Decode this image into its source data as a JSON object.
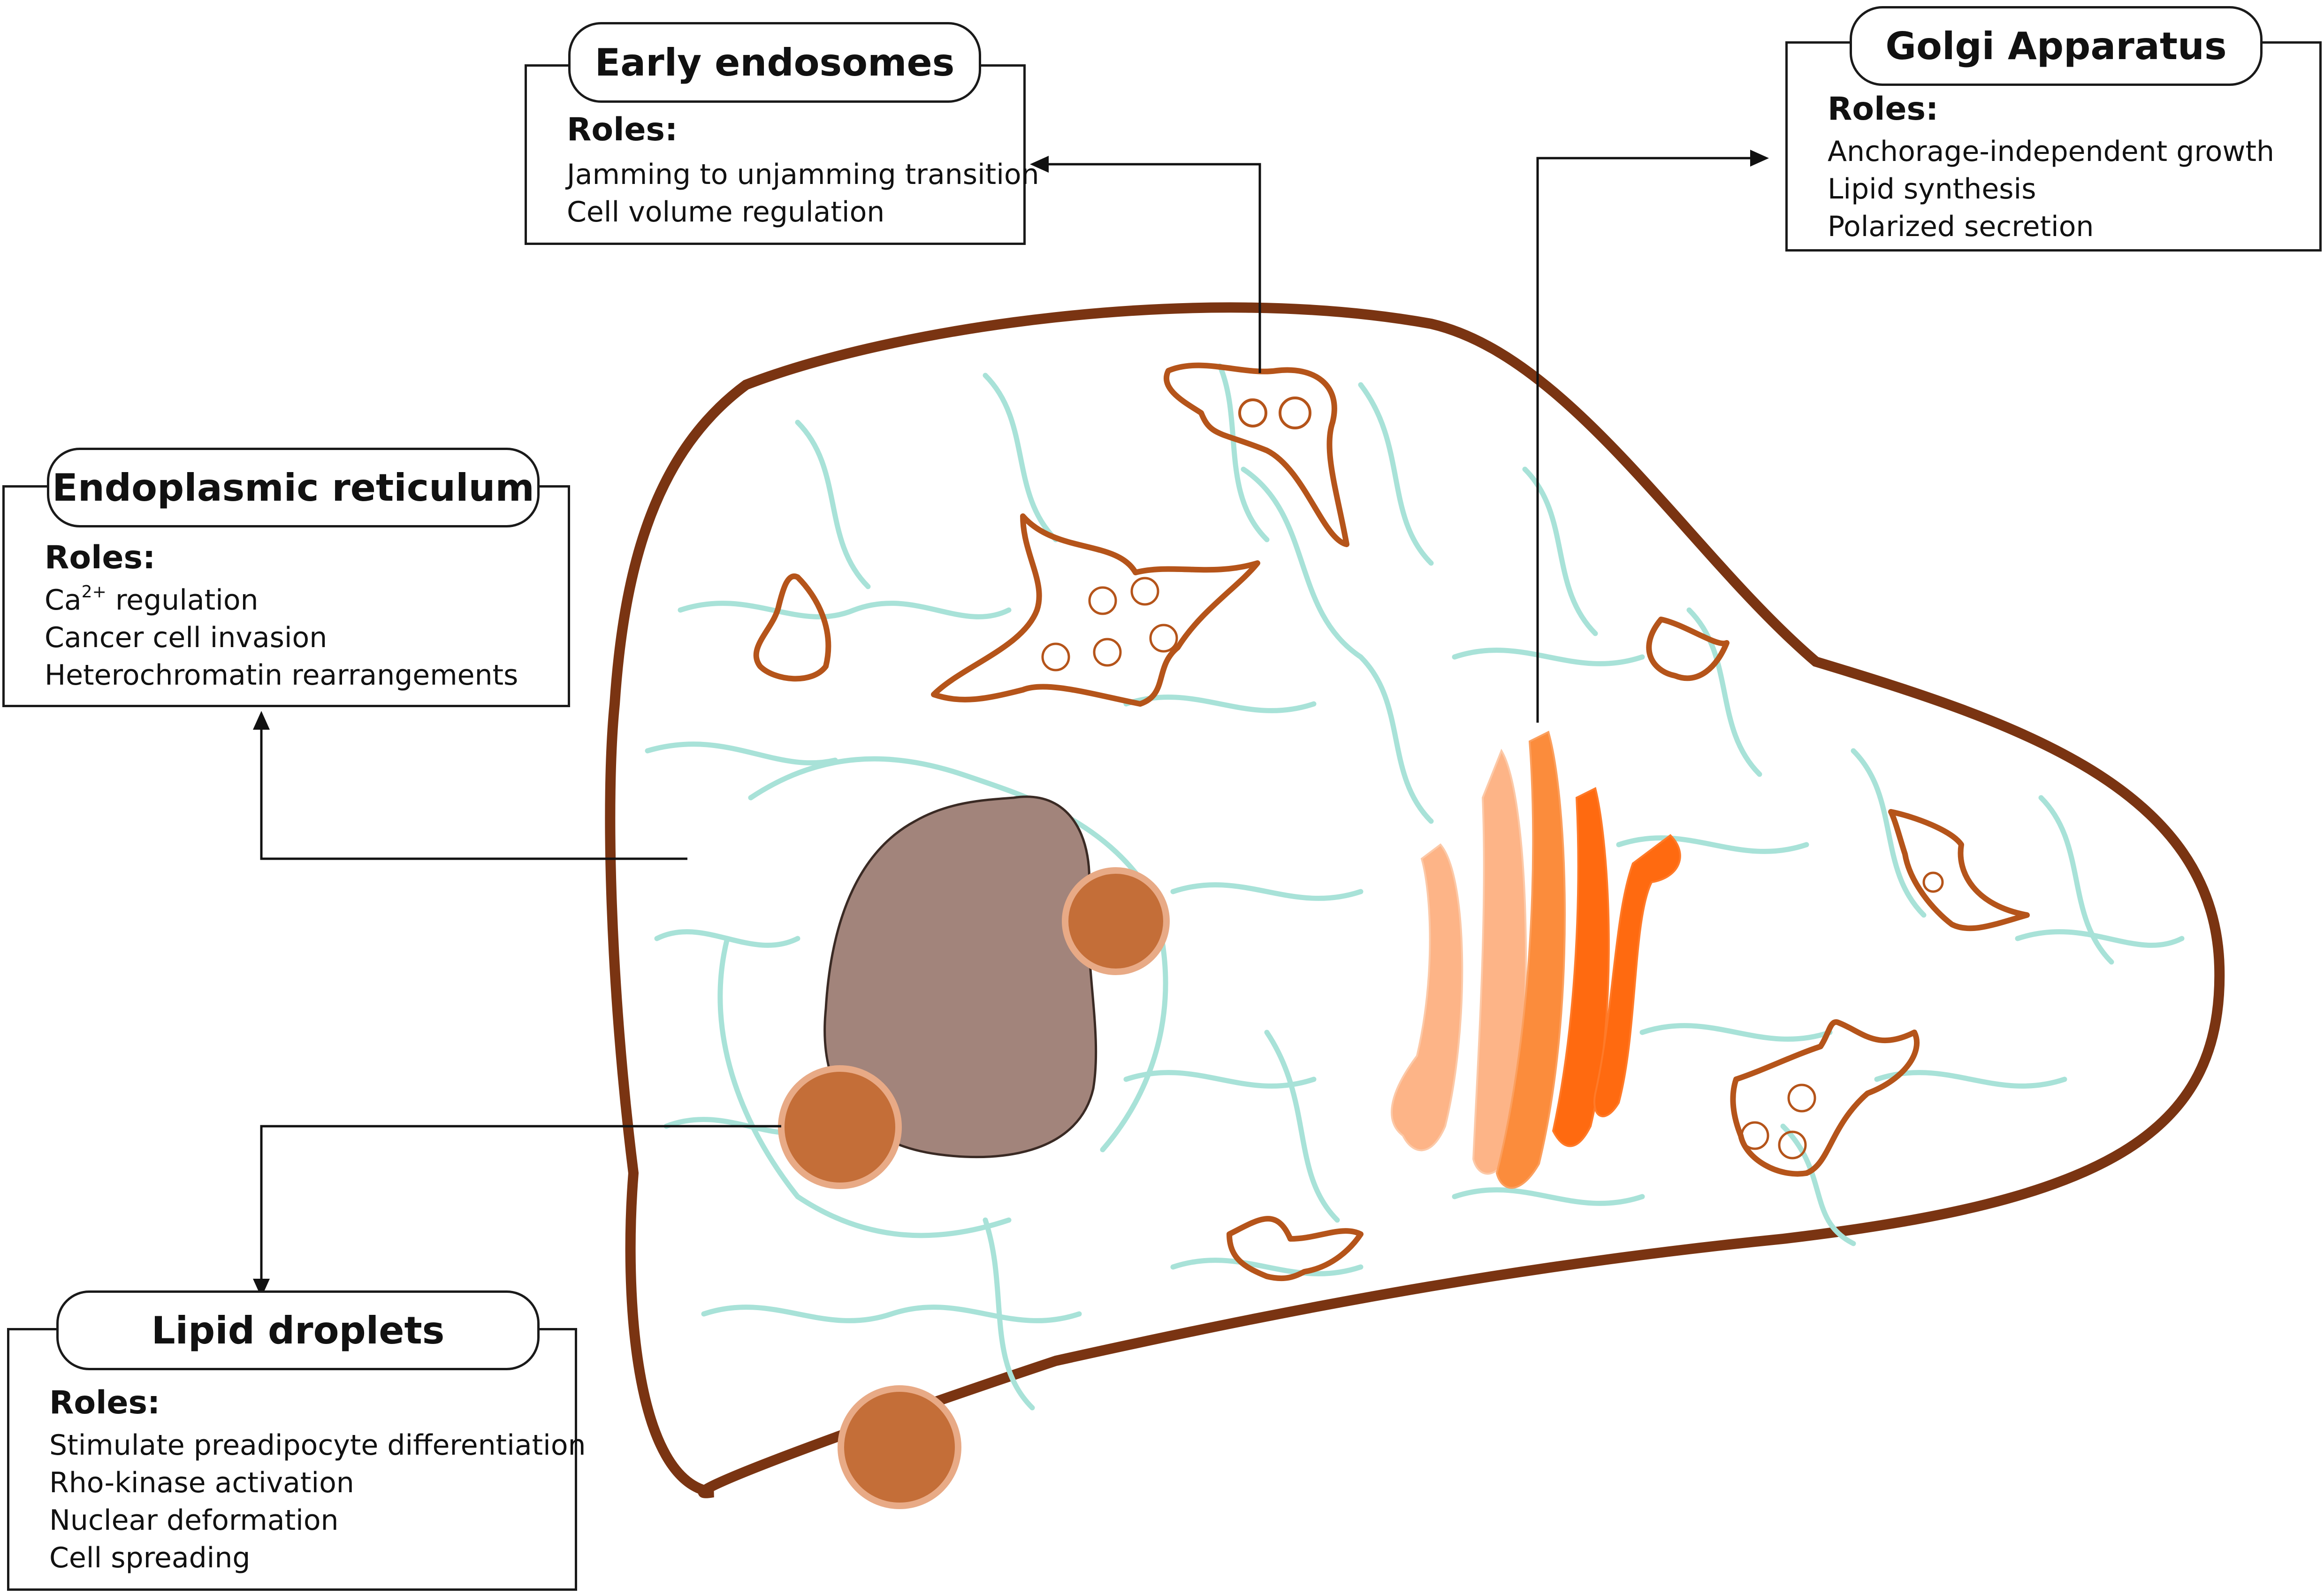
{
  "callouts": {
    "early_endosomes": {
      "title": "Early endosomes",
      "roles_label": "Roles:",
      "roles": [
        "Jamming to unjamming transition",
        "Cell volume regulation"
      ]
    },
    "golgi": {
      "title": "Golgi Apparatus",
      "roles_label": "Roles:",
      "roles": [
        "Anchorage-independent growth",
        "Lipid synthesis",
        "Polarized secretion"
      ]
    },
    "er": {
      "title": "Endoplasmic reticulum",
      "roles_label": "Roles:",
      "roles": [
        {
          "base": "Ca",
          "sup": "2+",
          "rest": " regulation"
        },
        "Cancer cell invasion",
        "Heterochromatin rearrangements"
      ]
    },
    "lipid_droplets": {
      "title": "Lipid droplets",
      "roles_label": "Roles:",
      "roles": [
        "Stimulate preadipocyte differentiation",
        "Rho-kinase activation",
        "Nuclear deformation",
        "Cell spreading"
      ]
    }
  },
  "colors": {
    "membrane": "#7a3412",
    "er_network": "#a8e2d8",
    "nucleus": "#a2847b",
    "lipid_droplet": "#c46e38",
    "lipid_droplet_rim": "#e8aa86",
    "endosome": "#b5541a",
    "golgi_light": "#fdb487",
    "golgi_mid": "#fb8c3c",
    "golgi_dark": "#ff6a10"
  }
}
